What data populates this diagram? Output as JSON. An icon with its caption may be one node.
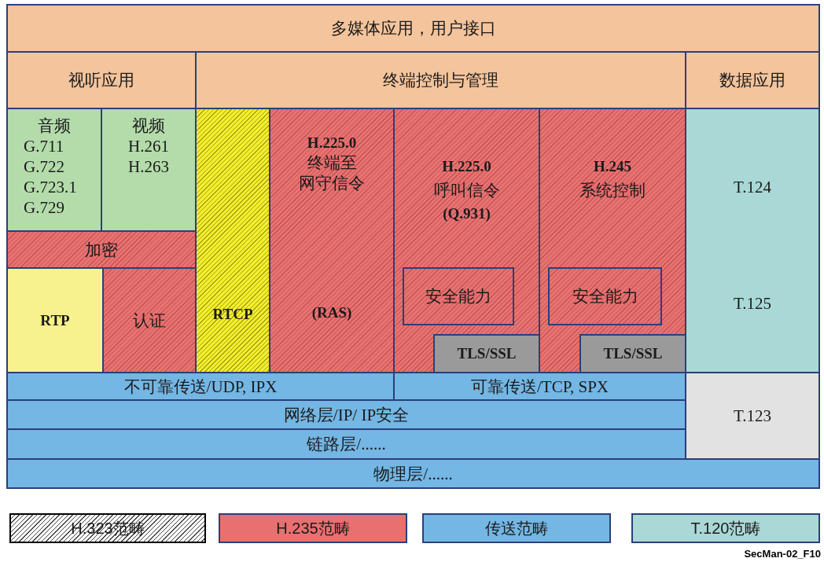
{
  "diagram": {
    "nodes": [
      {
        "text": [
          "多媒体应用，用户接口"
        ]
      },
      {
        "text": [
          "视听应用"
        ]
      },
      {
        "text": [
          "终端控制与管理"
        ]
      },
      {
        "text": [
          "数据应用"
        ]
      },
      {
        "text": [
          "音频",
          "G.711",
          "G.722",
          "G.723.1",
          "G.729"
        ]
      },
      {
        "text": [
          "视频",
          "H.261",
          "H.263"
        ]
      },
      {
        "text": [
          "加密"
        ]
      },
      {
        "text": [
          "RTP"
        ]
      },
      {
        "text": [
          "认证"
        ]
      },
      {
        "text": [
          "RTCP"
        ]
      },
      {
        "text": [
          "H.225.0",
          "终端至",
          "网守信令",
          "(RAS)"
        ]
      },
      {
        "text": [
          "H.225.0",
          "呼叫信令",
          "(Q.931)"
        ]
      },
      {
        "text": [
          "安全能力"
        ],
        "in": 11
      },
      {
        "text": [
          "TLS/SSL"
        ],
        "in": 11
      },
      {
        "text": [
          "H.245",
          "系统控制"
        ]
      },
      {
        "text": [
          "安全能力"
        ],
        "in": 14
      },
      {
        "text": [
          "TLS/SSL"
        ],
        "in": 14
      },
      {
        "text": [
          "T.124",
          "T.125"
        ]
      },
      {
        "text": [
          "不可靠传送/UDP, IPX"
        ]
      },
      {
        "text": [
          "可靠传送/TCP, SPX"
        ]
      },
      {
        "text": [
          "网络层/IP/ IP安全"
        ]
      },
      {
        "text": [
          "链路层/......"
        ]
      },
      {
        "text": [
          "T.123"
        ]
      },
      {
        "text": [
          "物理层/......"
        ]
      }
    ],
    "labels": [
      "SecMan-02_F10"
    ],
    "legend": [
      {
        "text": "H.323范畴"
      },
      {
        "text": "H.235范畴",
        "color": "#e87070"
      },
      {
        "text": "传送范畴",
        "color": "#74b6e4"
      },
      {
        "text": "T.120范畴",
        "color": "#a9d8d6"
      }
    ]
  }
}
